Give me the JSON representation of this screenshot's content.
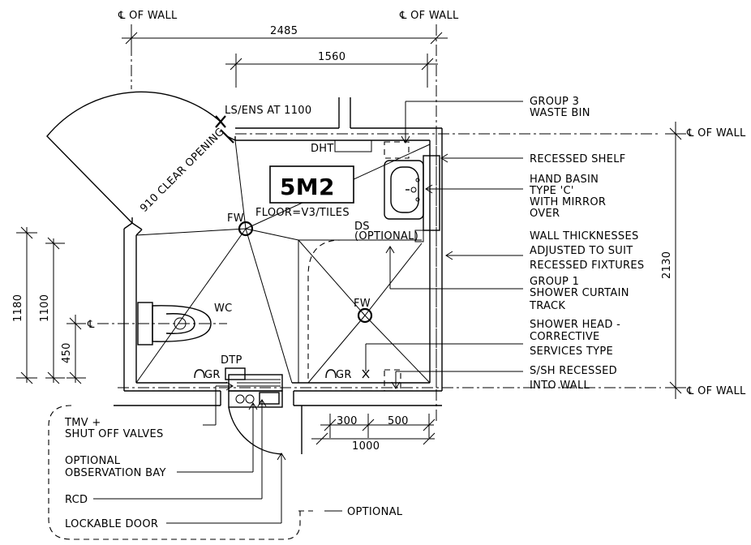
{
  "centerline_label": "℄ OF WALL",
  "cl_symbol": "℄",
  "dims": {
    "overall_width": "2485",
    "room_inner_width": "1560",
    "overall_height": "2130",
    "height_1180": "1180",
    "height_1100": "1100",
    "height_450": "450",
    "width_300": "300",
    "width_500": "500",
    "width_1000": "1000"
  },
  "room": {
    "area": "5M2",
    "floor": "FLOOR=V3/TILES"
  },
  "labels": {
    "ls_ens": "LS/ENS AT 1100",
    "clear_opening": "910 CLEAR OPENING",
    "dht": "DHT",
    "fw": "FW",
    "wc": "WC",
    "gr": "GR",
    "dtp": "DTP",
    "ds_1": "DS",
    "ds_2": "(OPTIONAL)"
  },
  "callouts_right": [
    {
      "lines": [
        "GROUP 3",
        "WASTE BIN"
      ]
    },
    {
      "lines": [
        "RECESSED SHELF"
      ]
    },
    {
      "lines": [
        "HAND BASIN",
        "TYPE 'C'",
        "WITH MIRROR",
        "OVER"
      ]
    },
    {
      "lines": [
        "WALL THICKNESSES",
        "ADJUSTED TO SUIT",
        "RECESSED FIXTURES"
      ]
    },
    {
      "lines": [
        "GROUP 1",
        "SHOWER CURTAIN",
        "TRACK"
      ]
    },
    {
      "lines": [
        "SHOWER HEAD -",
        "CORRECTIVE",
        "SERVICES TYPE"
      ]
    },
    {
      "lines": [
        "S/SH RECESSED",
        "INTO WALL"
      ]
    }
  ],
  "callouts_left": [
    {
      "lines": [
        "TMV +",
        "SHUT OFF VALVES"
      ]
    },
    {
      "lines": [
        "OPTIONAL",
        "OBSERVATION BAY"
      ]
    },
    {
      "lines": [
        "RCD"
      ]
    },
    {
      "lines": [
        "LOCKABLE DOOR"
      ]
    }
  ],
  "optional_legend": "OPTIONAL"
}
